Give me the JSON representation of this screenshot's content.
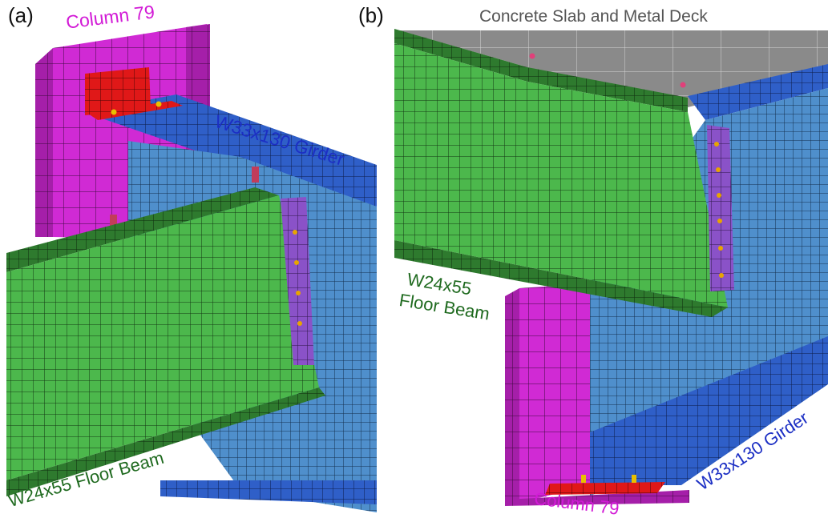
{
  "panels": [
    {
      "tag": "(a)",
      "labels": {
        "column": "Column 79",
        "girder": "W33x130 Girder",
        "floor_beam": "W24x55 Floor Beam"
      }
    },
    {
      "tag": "(b)",
      "labels": {
        "slab": "Concrete Slab and Metal Deck",
        "floor_beam_line1": "W24x55",
        "floor_beam_line2": "Floor Beam",
        "girder": "W33x130 Girder",
        "column": "Column 79"
      }
    }
  ],
  "colors": {
    "column": "#d02ad4",
    "column_dark": "#9a1f9e",
    "girder": "#2f5fc8",
    "girder_dark": "#1b3f96",
    "girder_web": "#4f8fcc",
    "beam": "#4cb84c",
    "beam_dark": "#2e6e2e",
    "plate": "#e01818",
    "shear_tab": "#8a52c8",
    "slab": "#8a8a8a",
    "mesh_line": "#1a1a1a",
    "label_column": "#d21ad6",
    "label_girder": "#1c2fc4",
    "label_beam": "#1f6a1f",
    "label_slab": "#555555"
  }
}
